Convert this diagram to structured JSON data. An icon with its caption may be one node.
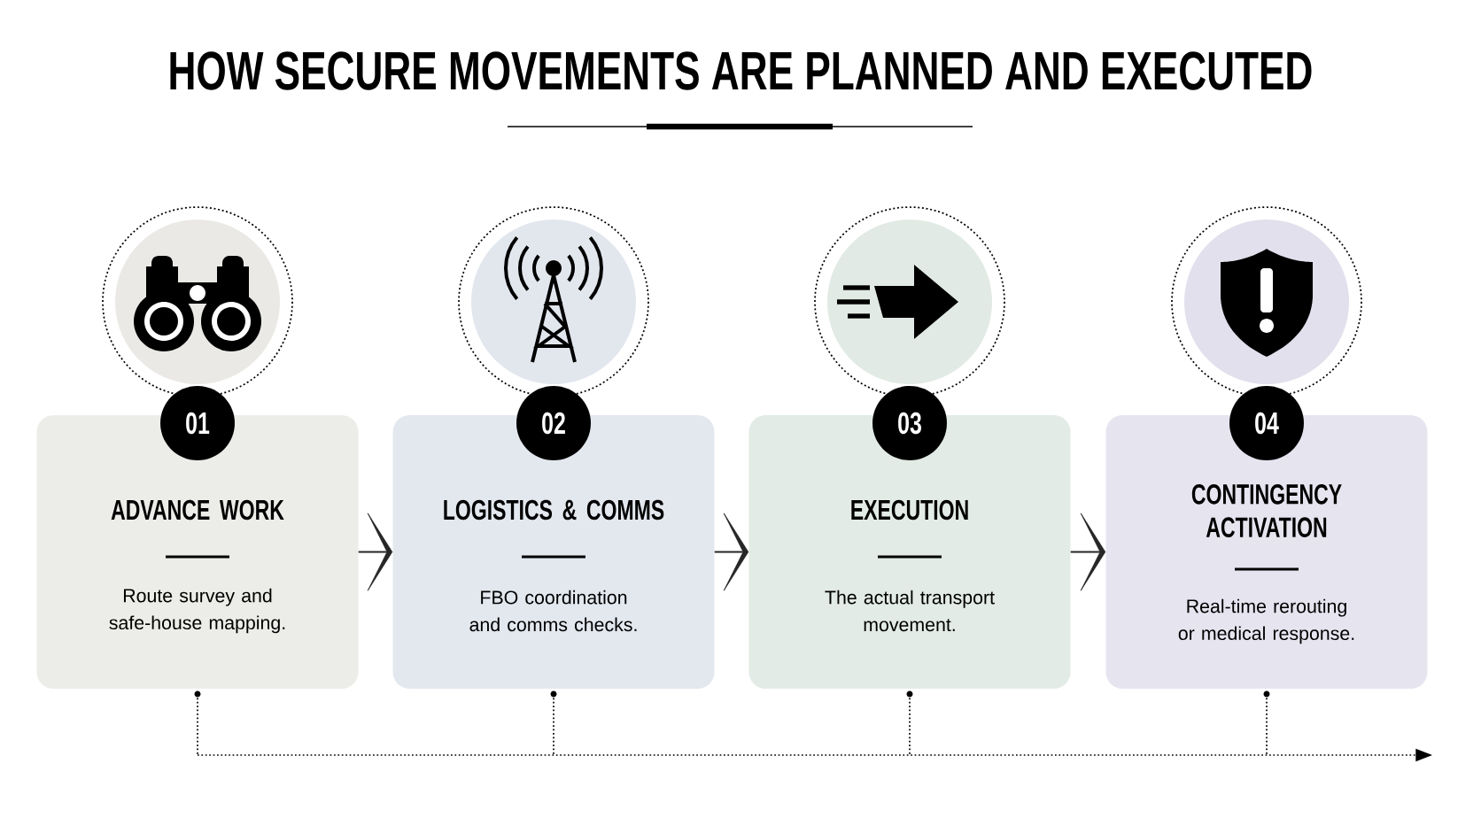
{
  "diagram": {
    "title": "HOW SECURE MOVEMENTS ARE PLANNED AND EXECUTED",
    "nodes": [
      {
        "text": [
          "01",
          "ADVANCE WORK",
          "Route survey and safe-house mapping."
        ]
      },
      {
        "text": [
          "02",
          "LOGISTICS & COMMS",
          "FBO coordination and comms checks."
        ]
      },
      {
        "text": [
          "03",
          "EXECUTION",
          "The actual transport movement."
        ]
      },
      {
        "text": [
          "04",
          "CONTINGENCY ACTIVATION",
          "Real-time rerouting or medical response."
        ]
      }
    ],
    "edges": [
      {
        "from": 0,
        "to": 1,
        "arrow": "to"
      },
      {
        "from": 1,
        "to": 2,
        "arrow": "to"
      },
      {
        "from": 2,
        "to": 3,
        "arrow": "to"
      }
    ]
  }
}
